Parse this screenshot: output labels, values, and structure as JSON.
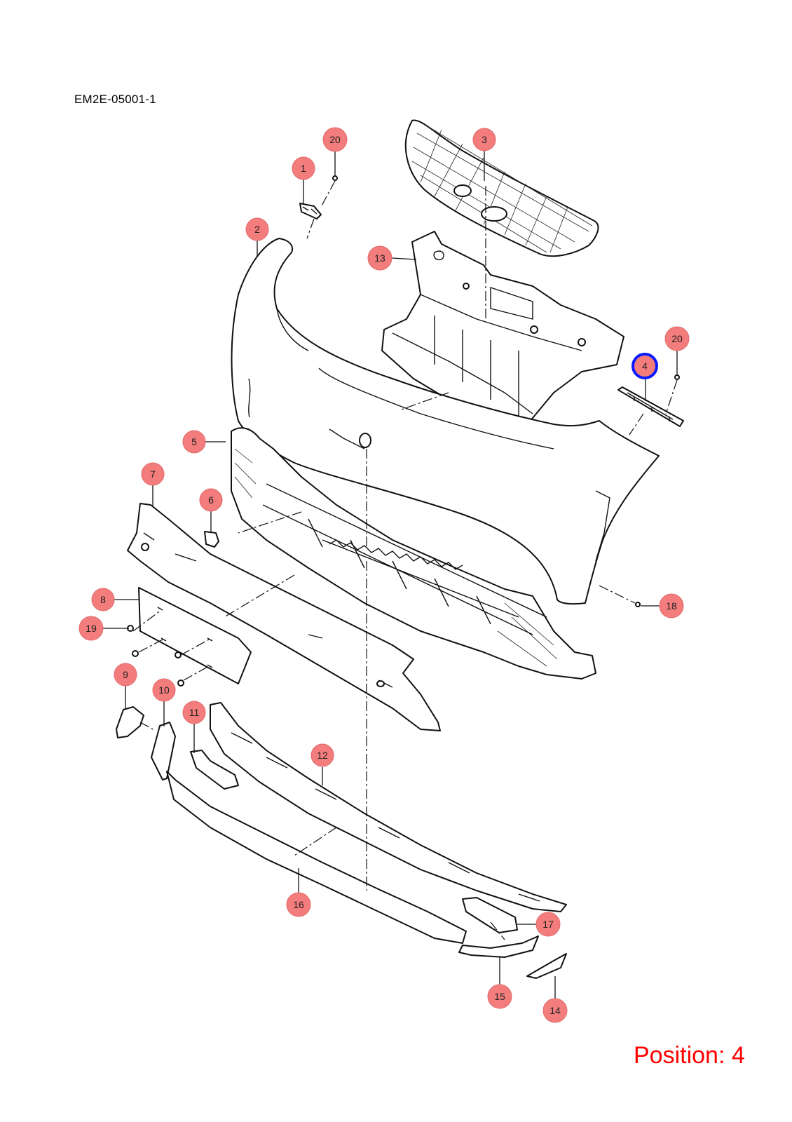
{
  "diagram_code": "EM2E-05001-1",
  "position_label": "Position: 4",
  "selected_callout": "4",
  "colors": {
    "callout_fill": "#f37c7c",
    "selected_outline": "#0a1aff",
    "position_text": "#ff0000"
  },
  "callouts": [
    {
      "number": "1"
    },
    {
      "number": "2"
    },
    {
      "number": "3"
    },
    {
      "number": "4"
    },
    {
      "number": "5"
    },
    {
      "number": "6"
    },
    {
      "number": "7"
    },
    {
      "number": "8"
    },
    {
      "number": "9"
    },
    {
      "number": "10"
    },
    {
      "number": "11"
    },
    {
      "number": "12"
    },
    {
      "number": "13"
    },
    {
      "number": "14"
    },
    {
      "number": "15"
    },
    {
      "number": "16"
    },
    {
      "number": "17"
    },
    {
      "number": "18"
    },
    {
      "number": "19"
    },
    {
      "number": "20"
    },
    {
      "number": "20"
    }
  ]
}
